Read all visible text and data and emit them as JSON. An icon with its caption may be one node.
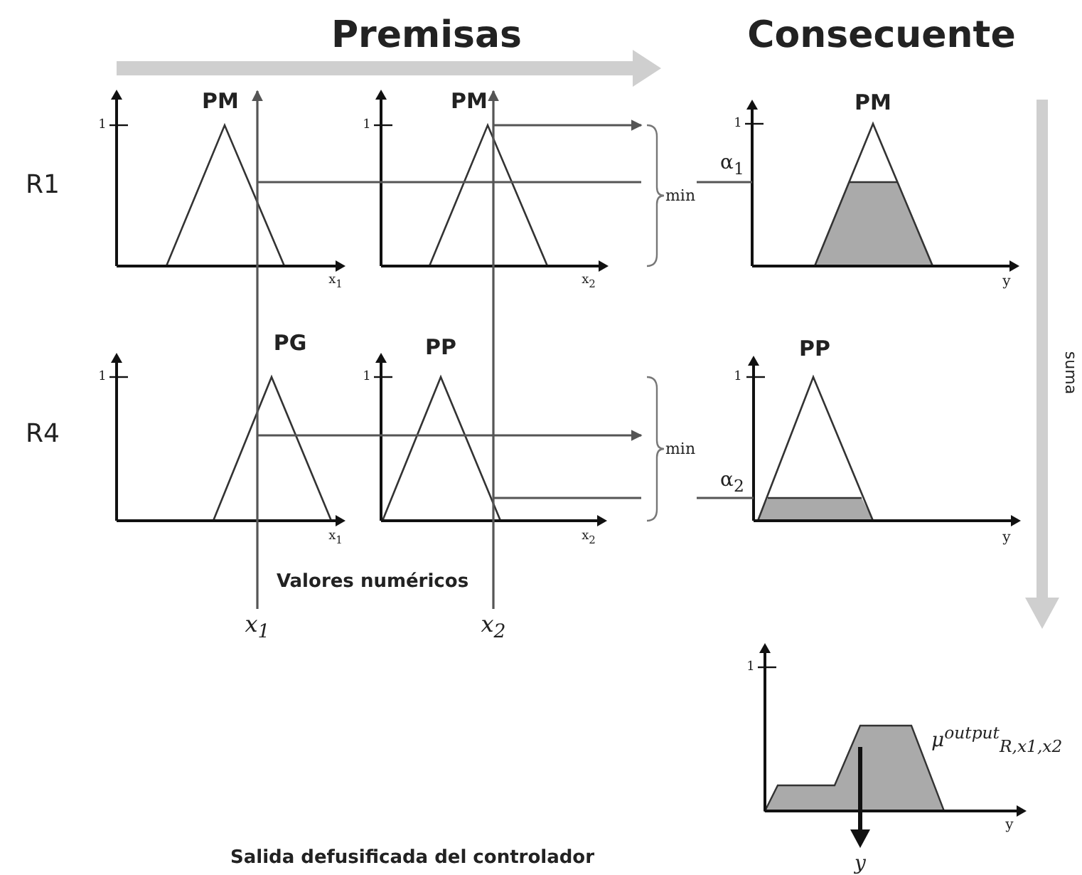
{
  "diagram": {
    "nodes": [
      {
        "text": [
          "PM"
        ]
      },
      {
        "text": [
          "PM"
        ]
      },
      {
        "text": [
          "min"
        ]
      },
      {
        "text": [
          "PM"
        ]
      },
      {
        "text": [
          "PG"
        ]
      },
      {
        "text": [
          "PP"
        ]
      },
      {
        "text": [
          "min"
        ]
      },
      {
        "text": [
          "PP"
        ]
      },
      {
        "text": [
          "μ$^{output}$$_{R,x1,x2}$"
        ]
      },
      {
        "text": [
          "x$_{1}$"
        ]
      },
      {
        "text": [
          "x$_{2}$"
        ]
      }
    ],
    "edges": [
      {
        "from": 9,
        "to": 0,
        "arrow": "to"
      },
      {
        "from": 10,
        "to": 1,
        "arrow": "to"
      },
      {
        "from": 0,
        "to": 2,
        "arrow": "none"
      },
      {
        "from": 2,
        "to": 3,
        "arrow": "none"
      },
      {
        "from": 1,
        "to": 2,
        "arrow": "to"
      },
      {
        "from": 4,
        "to": 6,
        "arrow": "to"
      },
      {
        "from": 5,
        "to": 6,
        "arrow": "none"
      },
      {
        "from": 6,
        "to": 7,
        "arrow": "none"
      }
    ],
    "labels": [
      "Premisas",
      "Consecuente",
      "1",
      "1",
      "1",
      "R1",
      "α$_{1}$",
      "x$_{1}$",
      "x$_{2}$",
      "y",
      "suma",
      "1",
      "1",
      "1",
      "R4",
      "α$_{2}$",
      "x$_{1}$",
      "x$_{2}$",
      "y",
      "Valores numéricos",
      "1",
      "y",
      "Salida defusificada del controlador",
      "y"
    ]
  }
}
